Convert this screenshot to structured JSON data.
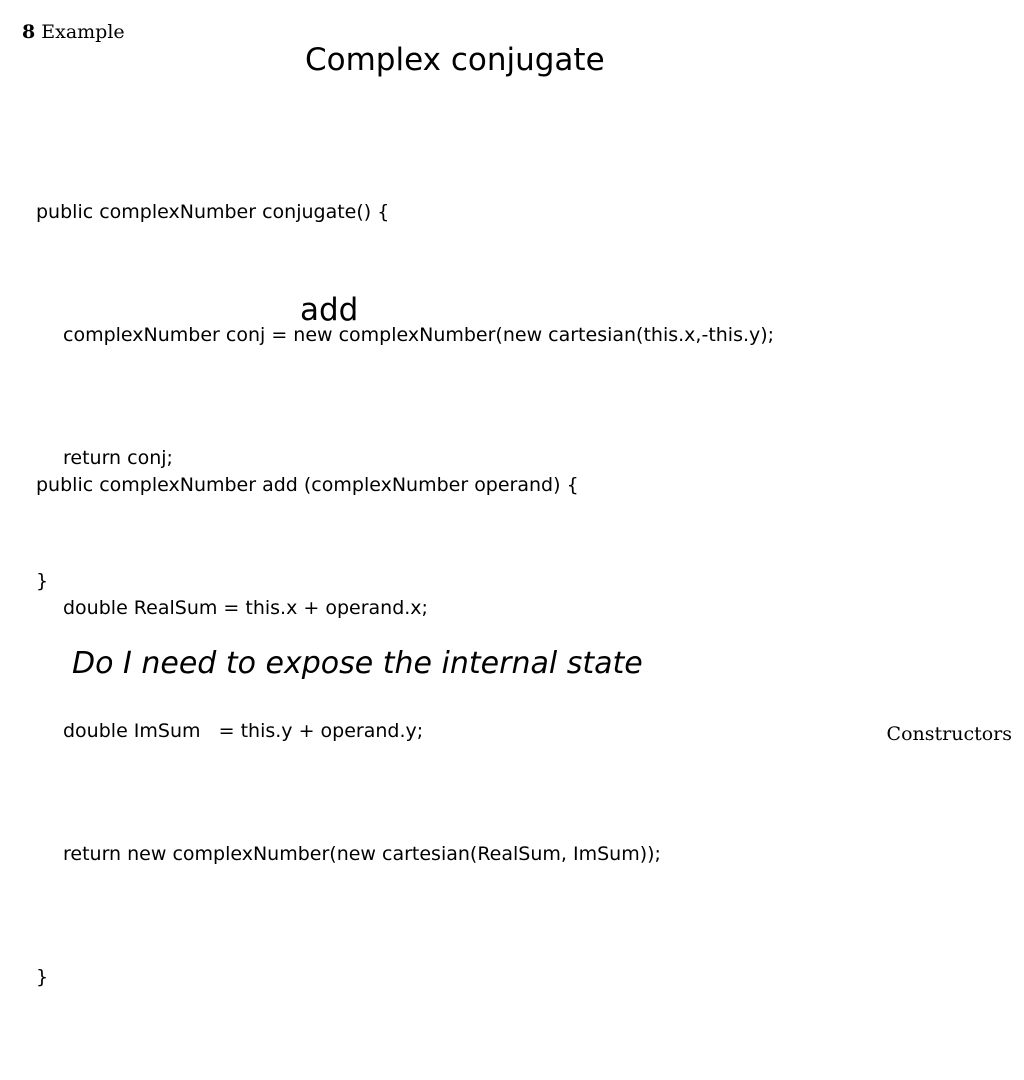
{
  "header": {
    "slide_number": "8",
    "section": "Example"
  },
  "conjugate": {
    "title": "Complex conjugate",
    "code_lines": [
      "public complexNumber conjugate() {",
      "complexNumber conj = new complexNumber(new cartesian(this.x,-this.y);",
      "return conj;",
      "}"
    ]
  },
  "add": {
    "title": "add",
    "code_lines": [
      "public complexNumber add (complexNumber operand) {",
      "double RealSum = this.x + operand.x;",
      "double ImSum   = this.y + operand.y;",
      "return new complexNumber(new cartesian(RealSum, ImSum));",
      "}"
    ]
  },
  "question": "Do I need to expose the internal state",
  "footer": "Constructors"
}
